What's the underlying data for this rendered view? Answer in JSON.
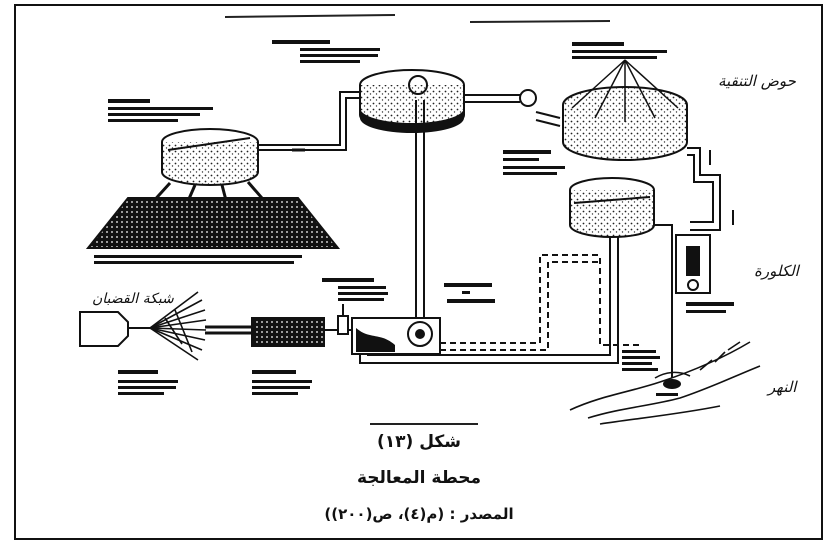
{
  "annotations": {
    "trickling_tank": "حوض التنقية",
    "chlorine": "الكلورة",
    "river": "النهر",
    "screen": "شبكة القضبان"
  },
  "caption": {
    "figure": "شكل (١٣)",
    "title": "محطة المعالجة",
    "source": "المصدر : (م(٤)، ص(٢٠٠))"
  },
  "colors": {
    "ink": "#111111",
    "paper": "#ffffff"
  }
}
